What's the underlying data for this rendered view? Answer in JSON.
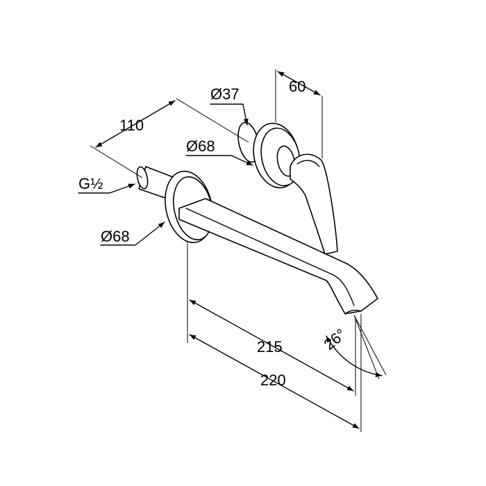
{
  "dimensions": {
    "d110": "110",
    "d60": "60",
    "dia37": "Ø37",
    "dia68_upper": "Ø68",
    "thread": "G½",
    "dia68_lower": "Ø68",
    "d215": "215",
    "d220": "220",
    "angle": "26°"
  },
  "colors": {
    "line": "#000000",
    "background": "#ffffff"
  }
}
